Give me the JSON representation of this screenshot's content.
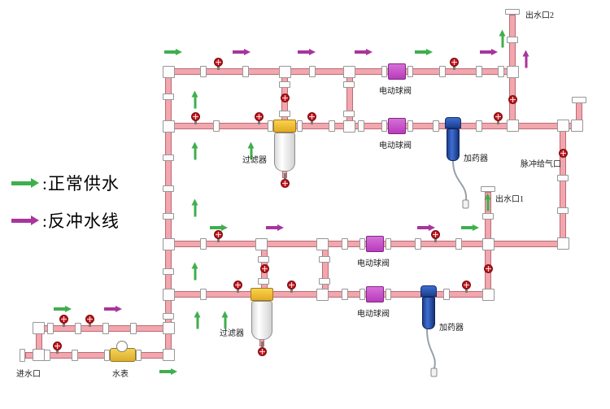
{
  "legend": {
    "normal_supply": ":正常供水",
    "backwash": ":反冲水线"
  },
  "labels": {
    "outlet2": "出水口2",
    "outlet1": "出水口1",
    "pulse_air_port": "脉冲给气口",
    "electric_ball_valve": "电动球阀",
    "filter": "过滤器",
    "doser": "加药器",
    "inlet": "进水口",
    "water_meter": "水表"
  },
  "colors": {
    "pipe": "#f2a6ae",
    "pipe_border": "#bc6a74",
    "valve_red": "#d6252c",
    "filter_yellow": "#f0c337",
    "doser_blue": "#2a59b8",
    "ball_valve_purple": "#c649c9",
    "arrow_green": "#3faf4e",
    "arrow_purple": "#a8359c"
  },
  "icons": {
    "green_arrow": "normal-water-flow-direction",
    "purple_arrow": "backwash-flow-direction",
    "valve_wheel": "manual-valve-handwheel"
  }
}
